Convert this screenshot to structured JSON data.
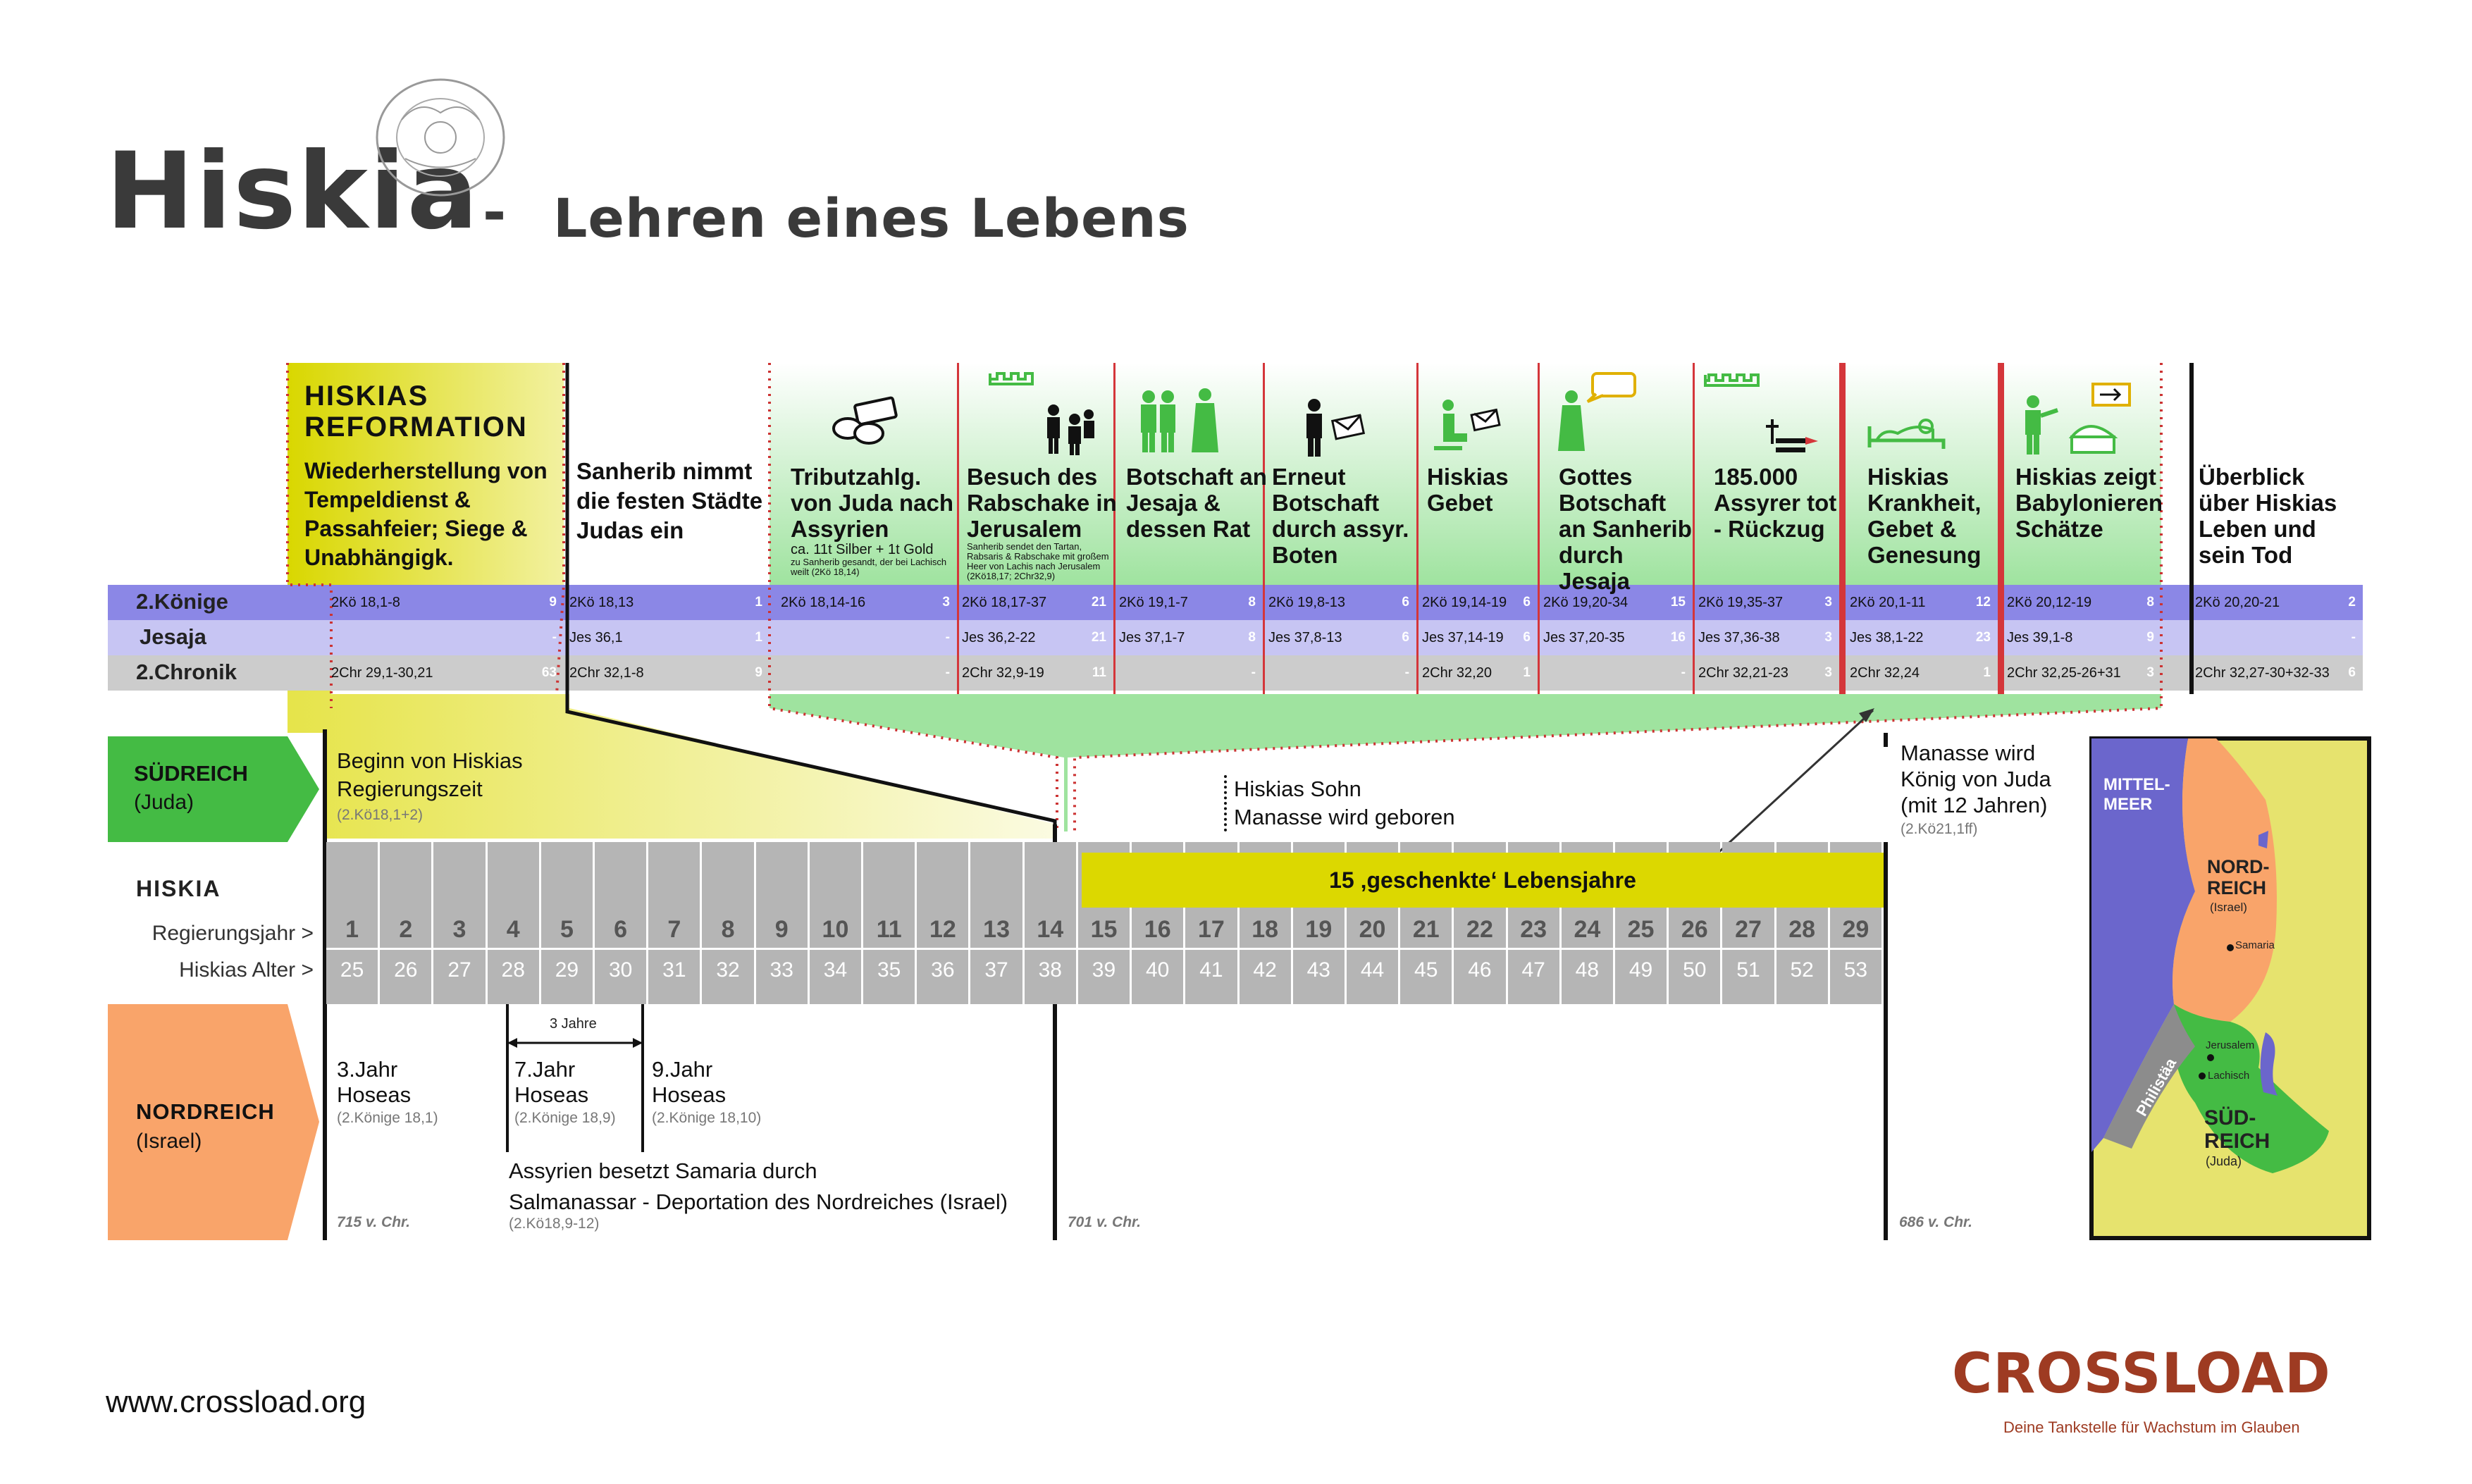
{
  "title": {
    "main": "Hiskia",
    "dash": "-",
    "subtitle": "Lehren eines Lebens"
  },
  "colors": {
    "green": "#44bb44",
    "orange": "#f9a46a",
    "yellow": "#dcd800",
    "koenige_row": "#8b87e6",
    "jesaja_row": "#c7c5f3",
    "chronik_row": "#cccccc",
    "grid_gray": "#b5b5b5",
    "red_divider": "#d4363a",
    "brand_red": "#9e3b22"
  },
  "columns": [
    {
      "title": "HISKIAS REFORMATION",
      "text": "Wiederherstellung von Tempeldienst & Passahfeier; Siege & Unabhängigk.",
      "sub": "",
      "icon": "",
      "koenige": {
        "ref": "2Kö 18,1-8",
        "n": "9"
      },
      "jesaja": {
        "ref": "",
        "n": "-"
      },
      "chronik": {
        "ref": "2Chr 29,1-30,21",
        "n": "63"
      }
    },
    {
      "title": "",
      "text": "Sanherib nimmt die festen Städte Judas ein",
      "sub": "",
      "icon": "",
      "koenige": {
        "ref": "2Kö 18,13",
        "n": "1"
      },
      "jesaja": {
        "ref": "Jes 36,1",
        "n": "1"
      },
      "chronik": {
        "ref": "2Chr 32,1-8",
        "n": "9"
      }
    },
    {
      "title": "",
      "text": "Tributzahlg. von Juda nach Assyrien",
      "sub": "ca. 11t Silber + 1t Gold",
      "sub2": "zu Sanherib gesandt, der bei Lachisch weilt (2Kö 18,14)",
      "icon": "coins-icon",
      "koenige": {
        "ref": "2Kö 18,14-16",
        "n": "3"
      },
      "jesaja": {
        "ref": "",
        "n": "-"
      },
      "chronik": {
        "ref": "",
        "n": "-"
      }
    },
    {
      "title": "",
      "text": "Besuch des Rabschake in Jerusalem",
      "sub": "Sanherib sendet den Tartan, Rabsaris & Rabschake mit großem Heer von Lachis nach Jerusalem (2Kö18,17; 2Chr32,9)",
      "icon": "wall-and-soldiers-icon",
      "koenige": {
        "ref": "2Kö 18,17-37",
        "n": "21"
      },
      "jesaja": {
        "ref": "Jes 36,2-22",
        "n": "21"
      },
      "chronik": {
        "ref": "2Chr 32,9-19",
        "n": "11"
      }
    },
    {
      "title": "",
      "text": "Botschaft an Jesaja & dessen Rat",
      "sub": "",
      "icon": "two-persons-icon",
      "koenige": {
        "ref": "2Kö 19,1-7",
        "n": "8"
      },
      "jesaja": {
        "ref": "Jes 37,1-7",
        "n": "8"
      },
      "chronik": {
        "ref": "",
        "n": "-"
      }
    },
    {
      "title": "",
      "text": "Erneut Botschaft durch assyr. Boten",
      "sub": "",
      "icon": "messenger-letter-icon",
      "koenige": {
        "ref": "2Kö 19,8-13",
        "n": "6"
      },
      "jesaja": {
        "ref": "Jes 37,8-13",
        "n": "6"
      },
      "chronik": {
        "ref": "",
        "n": "-"
      }
    },
    {
      "title": "",
      "text": "Hiskias Gebet",
      "sub": "",
      "icon": "kneeling-prayer-icon",
      "koenige": {
        "ref": "2Kö 19,14-19",
        "n": "6"
      },
      "jesaja": {
        "ref": "Jes 37,14-19",
        "n": "6"
      },
      "chronik": {
        "ref": "2Chr 32,20",
        "n": "1"
      }
    },
    {
      "title": "",
      "text": "Gottes Botschaft an Sanherib durch Jesaja",
      "sub": "",
      "icon": "prophet-speech-icon",
      "koenige": {
        "ref": "2Kö 19,20-34",
        "n": "15"
      },
      "jesaja": {
        "ref": "Jes 37,20-35",
        "n": "16"
      },
      "chronik": {
        "ref": "",
        "n": "-"
      }
    },
    {
      "title": "",
      "text": "185.000 Assyrer tot - Rückzug",
      "sub": "",
      "icon": "wall-and-grave-icon",
      "koenige": {
        "ref": "2Kö 19,35-37",
        "n": "3"
      },
      "jesaja": {
        "ref": "Jes 37,36-38",
        "n": "3"
      },
      "chronik": {
        "ref": "2Chr 32,21-23",
        "n": "3"
      }
    },
    {
      "title": "",
      "text": "Hiskias Krankheit, Gebet & Genesung",
      "sub": "",
      "icon": "sick-bed-icon",
      "koenige": {
        "ref": "2Kö 20,1-11",
        "n": "12"
      },
      "jesaja": {
        "ref": "Jes 38,1-22",
        "n": "23"
      },
      "chronik": {
        "ref": "2Chr 32,24",
        "n": "1"
      }
    },
    {
      "title": "",
      "text": "Hiskias zeigt Babylonieren Schätze",
      "sub": "",
      "icon": "showing-treasure-icon",
      "koenige": {
        "ref": "2Kö 20,12-19",
        "n": "8"
      },
      "jesaja": {
        "ref": "Jes 39,1-8",
        "n": "9"
      },
      "chronik": {
        "ref": "2Chr 32,25-26+31",
        "n": "3"
      }
    },
    {
      "title": "",
      "text": "Überblick über Hiskias Leben und sein Tod",
      "sub": "",
      "icon": "",
      "koenige": {
        "ref": "2Kö 20,20-21",
        "n": "2"
      },
      "jesaja": {
        "ref": "",
        "n": "-"
      },
      "chronik": {
        "ref": "2Chr 32,27-30+32-33",
        "n": "6"
      }
    }
  ],
  "row_labels": {
    "koenige": "2.Könige",
    "jesaja": "Jesaja",
    "chronik": "2.Chronik"
  },
  "suedreich": {
    "label": "SÜDREICH",
    "sub": "(Juda)",
    "event": "Beginn von Hiskias Regierungszeit",
    "event_ref": "(2.Kö18,1+2)"
  },
  "nordreich": {
    "label": "NORDREICH",
    "sub": "(Israel)"
  },
  "hiskia": {
    "label": "HISKIA",
    "regierungsjahr_label": "Regierungsjahr >",
    "alter_label": "Hiskias Alter >",
    "years": [
      "1",
      "2",
      "3",
      "4",
      "5",
      "6",
      "7",
      "8",
      "9",
      "10",
      "11",
      "12",
      "13",
      "14",
      "15",
      "16",
      "17",
      "18",
      "19",
      "20",
      "21",
      "22",
      "23",
      "24",
      "25",
      "26",
      "27",
      "28",
      "29"
    ],
    "ages": [
      "25",
      "26",
      "27",
      "28",
      "29",
      "30",
      "31",
      "32",
      "33",
      "34",
      "35",
      "36",
      "37",
      "38",
      "39",
      "40",
      "41",
      "42",
      "43",
      "44",
      "45",
      "46",
      "47",
      "48",
      "49",
      "50",
      "51",
      "52",
      "53"
    ]
  },
  "bonus_years": "15 ‚geschenkte‘ Lebensjahre",
  "manasse_birth": {
    "line1": "Hiskias Sohn",
    "line2": "Manasse wird geboren"
  },
  "manasse_king": {
    "text": "Manasse wird König von Juda (mit 12 Jahren)",
    "ref": "(2.Kö21,1ff)"
  },
  "hoseas": [
    {
      "line1": "3.Jahr",
      "line2": "Hoseas",
      "ref": "(2.Könige 18,1)"
    },
    {
      "line1": "7.Jahr",
      "line2": "Hoseas",
      "ref": "(2.Könige 18,9)"
    },
    {
      "line1": "9.Jahr",
      "line2": "Hoseas",
      "ref": "(2.Könige 18,10)"
    }
  ],
  "three_years": "3 Jahre",
  "samaria": {
    "line1": "Assyrien besetzt Samaria durch",
    "line2": "Salmanassar - Deportation des Nordreiches (Israel)",
    "ref": "(2.Kö18,9-12)"
  },
  "dates": [
    "715 v. Chr.",
    "701 v. Chr.",
    "686 v. Chr."
  ],
  "map": {
    "sea": "MITTEL-\nMEER",
    "north": "NORD-\nREICH",
    "north_sub": "(Israel)",
    "samaria": "Samaria",
    "jerusalem": "Jerusalem",
    "lachisch": "Lachisch",
    "philistaea": "Philistäa",
    "south": "SÜD-\nREICH",
    "south_sub": "(Juda)"
  },
  "footer": {
    "url": "www.crossload.org",
    "brand": "CROSSLOAD",
    "tagline": "Deine Tankstelle für Wachstum im Glauben"
  }
}
